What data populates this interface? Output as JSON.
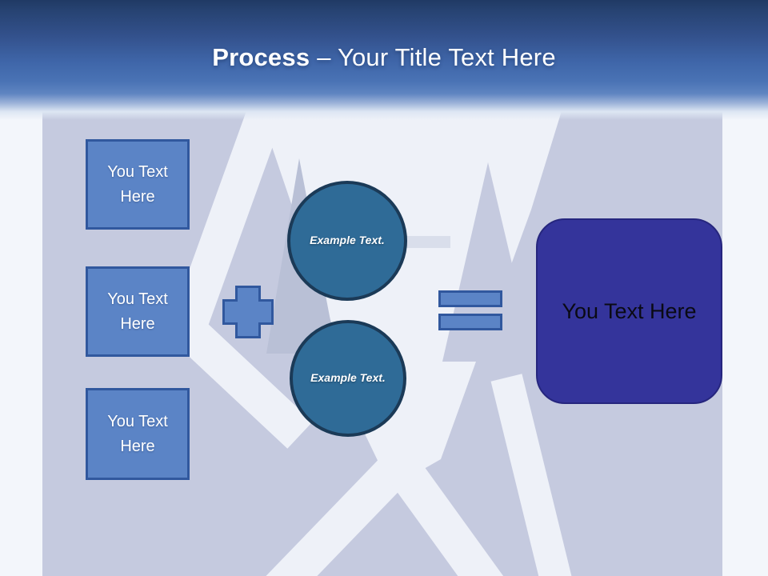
{
  "header": {
    "title_bold": "Process",
    "title_rest": "– Your Title Text Here"
  },
  "left_boxes": [
    {
      "label": "You Text Here"
    },
    {
      "label": "You Text Here"
    },
    {
      "label": "You Text Here"
    }
  ],
  "operators": {
    "plus": "plus",
    "equals": "equals"
  },
  "circles": [
    {
      "label": "Example Text."
    },
    {
      "label": "Example Text."
    }
  ],
  "result_box": {
    "label": "You Text Here"
  },
  "colors": {
    "header_top": "#203a64",
    "header_mid": "#4a73b5",
    "panel_lavender": "#c5cadf",
    "watermark_white": "#eef1f8",
    "watermark_shadow": "#b9c0d6",
    "box_fill": "#5b84c6",
    "box_border": "#31589e",
    "circle_fill": "#2f6b97",
    "circle_border": "#1b3a57",
    "result_fill": "#34349b",
    "title_text": "#ffffff",
    "result_text": "#0a0a14"
  }
}
